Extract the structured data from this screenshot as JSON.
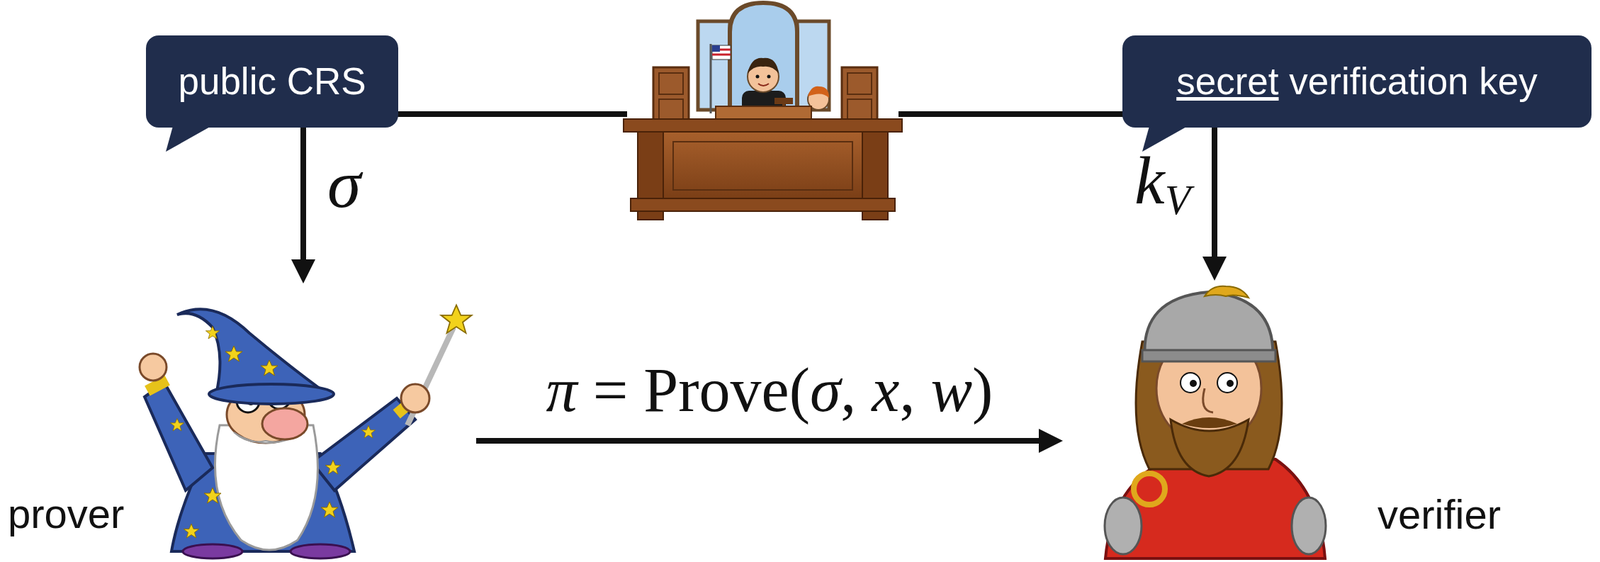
{
  "diagram": {
    "nodes": [
      {
        "text": [
          "public CRS"
        ]
      },
      {
        "text": [
          "secret verification key"
        ]
      },
      {
        "text": [
          "prover"
        ]
      },
      {
        "text": [
          "verifier"
        ]
      }
    ],
    "edges": [
      {
        "from": 0,
        "to": 2,
        "arrow": "to",
        "label": "σ"
      },
      {
        "from": 1,
        "to": 3,
        "arrow": "to",
        "label": "kV"
      },
      {
        "from": 2,
        "to": 3,
        "arrow": "to",
        "label": "π = Prove(σ, x, w)"
      }
    ]
  }
}
